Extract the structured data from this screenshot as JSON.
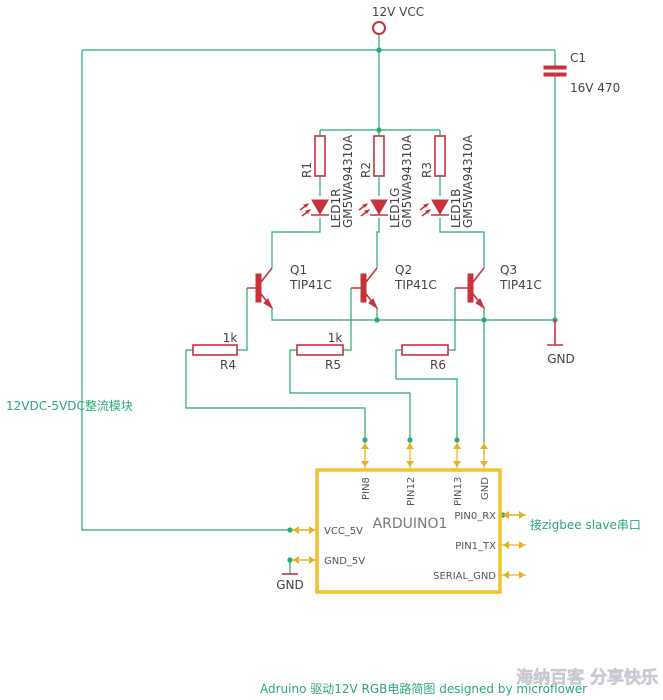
{
  "power": {
    "vcc_label": "12V VCC",
    "gnd_label": "GND"
  },
  "capacitor": {
    "ref": "C1",
    "value": "16V 470"
  },
  "resistors_top": [
    {
      "ref": "R1"
    },
    {
      "ref": "R2"
    },
    {
      "ref": "R3"
    }
  ],
  "leds": [
    {
      "ref": "LED1R",
      "part": "GM5WA94310A"
    },
    {
      "ref": "LED1G",
      "part": "GM5WA94310A"
    },
    {
      "ref": "LED1B",
      "part": "GM5WA94310A"
    }
  ],
  "transistors": [
    {
      "ref": "Q1",
      "part": "TIP41C"
    },
    {
      "ref": "Q2",
      "part": "TIP41C"
    },
    {
      "ref": "Q3",
      "part": "TIP41C"
    }
  ],
  "base_resistors": [
    {
      "ref": "R4",
      "value": "1k"
    },
    {
      "ref": "R5",
      "value": "1k"
    },
    {
      "ref": "R6",
      "value": ""
    }
  ],
  "module_label": "12VDC-5VDC整流模块",
  "arduino": {
    "name": "ARDUINO1",
    "top_pins": [
      "PIN8",
      "PIN12",
      "PIN13",
      "GND"
    ],
    "left_pins": [
      "VCC_5V",
      "GND_5V"
    ],
    "right_pins": [
      "PIN0_RX",
      "PIN1_TX",
      "SERIAL_GND"
    ]
  },
  "zigbee_label": "接zigbee slave串口",
  "footer_caption": "Adruino 驱动12V RGB电路简图 designed by microflower",
  "watermark": "海纳百客 分享快乐",
  "colors": {
    "wire": "#2aa876",
    "part": "#c8323c",
    "chip": "#f2c12e",
    "pin_arrow": "#e8b21e"
  }
}
